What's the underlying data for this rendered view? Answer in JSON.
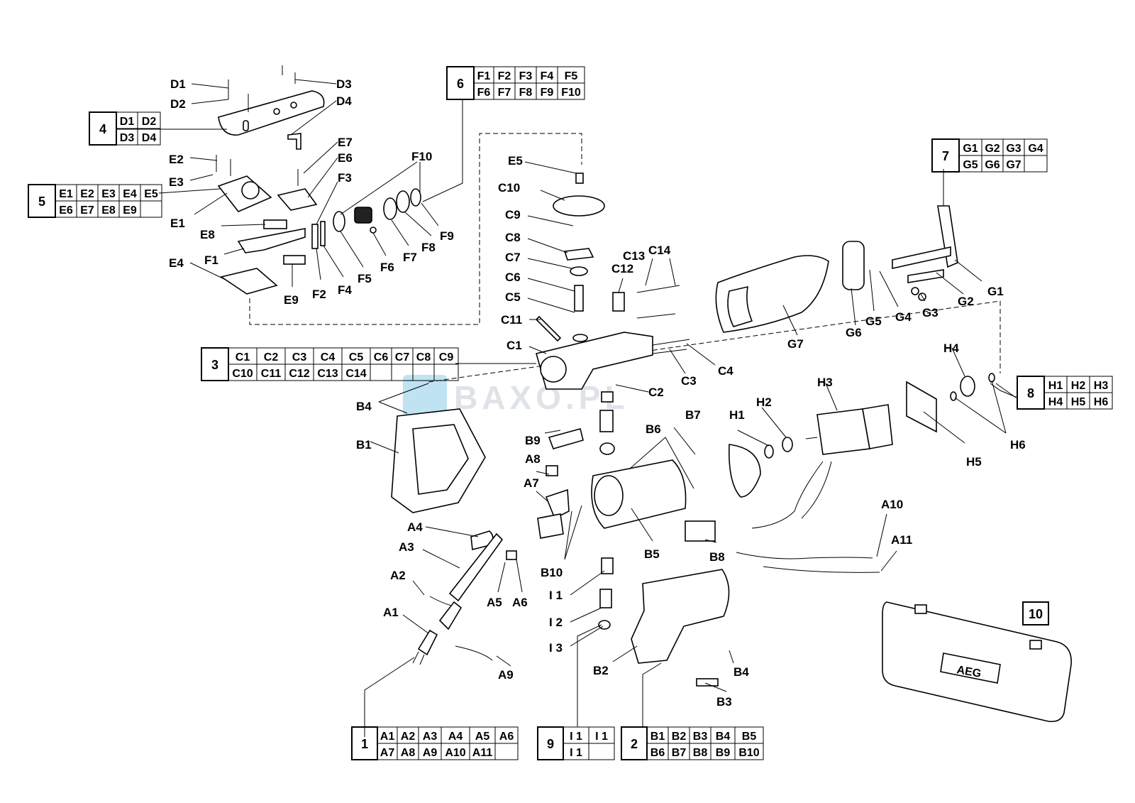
{
  "watermark": "BAXO.PL",
  "case_brand": "AEG",
  "groups": [
    {
      "number": "1",
      "row1": [
        "A1",
        "A2",
        "A3",
        "A4",
        "A5",
        "A6"
      ],
      "row2": [
        "A7",
        "A8",
        "A9",
        "A10",
        "A11",
        ""
      ]
    },
    {
      "number": "2",
      "row1": [
        "B1",
        "B2",
        "B3",
        "B4",
        "B5"
      ],
      "row2": [
        "B6",
        "B7",
        "B8",
        "B9",
        "B10"
      ]
    },
    {
      "number": "3",
      "row1": [
        "C1",
        "C2",
        "C3",
        "C4",
        "C5",
        "C6",
        "C7",
        "C8",
        "C9"
      ],
      "row2": [
        "C10",
        "C11",
        "C12",
        "C13",
        "C14",
        "",
        "",
        "",
        ""
      ]
    },
    {
      "number": "4",
      "row1": [
        "D1",
        "D2"
      ],
      "row2": [
        "D3",
        "D4"
      ]
    },
    {
      "number": "5",
      "row1": [
        "E1",
        "E2",
        "E3",
        "E4",
        "E5"
      ],
      "row2": [
        "E6",
        "E7",
        "E8",
        "E9",
        ""
      ]
    },
    {
      "number": "6",
      "row1": [
        "F1",
        "F2",
        "F3",
        "F4",
        "F5"
      ],
      "row2": [
        "F6",
        "F7",
        "F8",
        "F9",
        "F10"
      ]
    },
    {
      "number": "7",
      "row1": [
        "G1",
        "G2",
        "G3",
        "G4"
      ],
      "row2": [
        "G5",
        "G6",
        "G7",
        ""
      ]
    },
    {
      "number": "8",
      "row1": [
        "H1",
        "H2",
        "H3"
      ],
      "row2": [
        "H4",
        "H5",
        "H6"
      ]
    },
    {
      "number": "9",
      "row1": [
        "I 1",
        "I 1"
      ],
      "row2": [
        "I 1",
        ""
      ]
    },
    {
      "number": "10"
    }
  ],
  "callouts": {
    "D1": "D1",
    "D2": "D2",
    "D3": "D3",
    "D4": "D4",
    "E1": "E1",
    "E2": "E2",
    "E3": "E3",
    "E4": "E4",
    "E5": "E5",
    "E6": "E6",
    "E7": "E7",
    "E8": "E8",
    "E9": "E9",
    "F1": "F1",
    "F2": "F2",
    "F3": "F3",
    "F4": "F4",
    "F5": "F5",
    "F6": "F6",
    "F7": "F7",
    "F8": "F8",
    "F9": "F9",
    "F10": "F10",
    "C1": "C1",
    "C2": "C2",
    "C3": "C3",
    "C4": "C4",
    "C5": "C5",
    "C6": "C6",
    "C7": "C7",
    "C8": "C8",
    "C9": "C9",
    "C10": "C10",
    "C11": "C11",
    "C12": "C12",
    "C13": "C13",
    "C14": "C14",
    "G1": "G1",
    "G2": "G2",
    "G3": "G3",
    "G4": "G4",
    "G5": "G5",
    "G6": "G6",
    "G7": "G7",
    "H1": "H1",
    "H2": "H2",
    "H3": "H3",
    "H4": "H4",
    "H5": "H5",
    "H6": "H6",
    "B1": "B1",
    "B2": "B2",
    "B3": "B3",
    "B4a": "B4",
    "B4b": "B4",
    "B5": "B5",
    "B6": "B6",
    "B7": "B7",
    "B8": "B8",
    "B9": "B9",
    "B10": "B10",
    "A1": "A1",
    "A2": "A2",
    "A3": "A3",
    "A4": "A4",
    "A5": "A5",
    "A6": "A6",
    "A7": "A7",
    "A8": "A8",
    "A9": "A9",
    "A10": "A10",
    "A11": "A11",
    "I1": "I 1",
    "I2": "I 2",
    "I3": "I 3"
  }
}
